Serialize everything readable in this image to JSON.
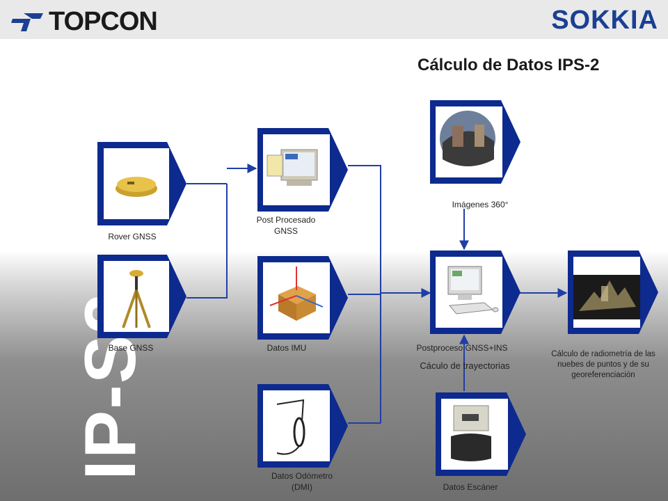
{
  "header": {
    "left_logo": "TOPCON",
    "right_logo": "SOKKIA",
    "title": "Cálculo de Datos IPS-2"
  },
  "side_text": "IP-S2",
  "nodes": {
    "rover_gnss": "Rover GNSS",
    "base_gnss": "Base GNSS",
    "post_procesado_gnss": "Post Procesado\nGNSS",
    "datos_imu": "Datos IMU",
    "datos_odometro": "Datos Odómetro\n(DMI)",
    "imagenes_360": "Imágenes 360°",
    "postproceso_gnss_ins": "Postproceso GNSS+INS",
    "calculo_trayectorias": "Cáculo de trayectorias",
    "datos_escaner": "Datos Escáner",
    "calculo_radiometria": "Cálculo de radiometría de las nuebes de puntos y de su georeferenciación"
  },
  "colors": {
    "frame": "#0d2a8f",
    "wire": "#1f3fa6",
    "logo_blue": "#1b3f94"
  }
}
